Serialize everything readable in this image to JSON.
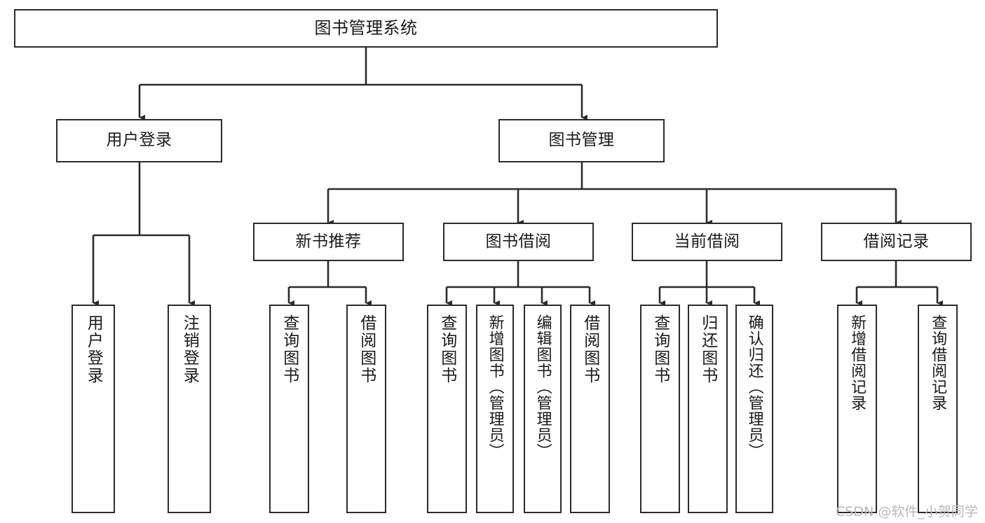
{
  "diagram": {
    "title": "图书管理系统",
    "type": "tree",
    "watermark": "CSDN @软件_小贺同学",
    "colors": {
      "box_border": "#2b2b2b",
      "box_fill": "#ffffff",
      "edge": "#2b2b2b",
      "text": "#1a1a1a",
      "watermark": "#b9b9b9",
      "page_background": "#ffffff"
    },
    "nodes": {
      "root": {
        "label": "图书管理系统"
      },
      "level2": [
        {
          "id": "user-login",
          "label": "用户登录"
        },
        {
          "id": "book-manage",
          "label": "图书管理"
        }
      ],
      "level3": [
        {
          "id": "new-book-rec",
          "label": "新书推荐"
        },
        {
          "id": "book-borrow",
          "label": "图书借阅"
        },
        {
          "id": "current-borrow",
          "label": "当前借阅"
        },
        {
          "id": "borrow-record",
          "label": "借阅记录"
        }
      ],
      "leaves": [
        {
          "id": "leaf-user-login",
          "label": "用户登录",
          "parent": "user-login"
        },
        {
          "id": "leaf-logout",
          "label": "注销登录",
          "parent": "user-login"
        },
        {
          "id": "leaf-query-book-1",
          "label": "查询图书",
          "parent": "new-book-rec"
        },
        {
          "id": "leaf-borrow-book-1",
          "label": "借阅图书",
          "parent": "new-book-rec"
        },
        {
          "id": "leaf-query-book-2",
          "label": "查询图书",
          "parent": "book-borrow"
        },
        {
          "id": "leaf-add-book",
          "label": "新增图书（管理员）",
          "parent": "book-borrow"
        },
        {
          "id": "leaf-edit-book",
          "label": "编辑图书（管理员）",
          "parent": "book-borrow"
        },
        {
          "id": "leaf-borrow-book-2",
          "label": "借阅图书",
          "parent": "book-borrow"
        },
        {
          "id": "leaf-query-book-3",
          "label": "查询图书",
          "parent": "current-borrow"
        },
        {
          "id": "leaf-return-book",
          "label": "归还图书",
          "parent": "current-borrow"
        },
        {
          "id": "leaf-confirm-return",
          "label": "确认归还（管理员）",
          "parent": "current-borrow"
        },
        {
          "id": "leaf-add-record",
          "label": "新增借阅记录",
          "parent": "borrow-record"
        },
        {
          "id": "leaf-query-record",
          "label": "查询借阅记录",
          "parent": "borrow-record"
        }
      ]
    }
  }
}
